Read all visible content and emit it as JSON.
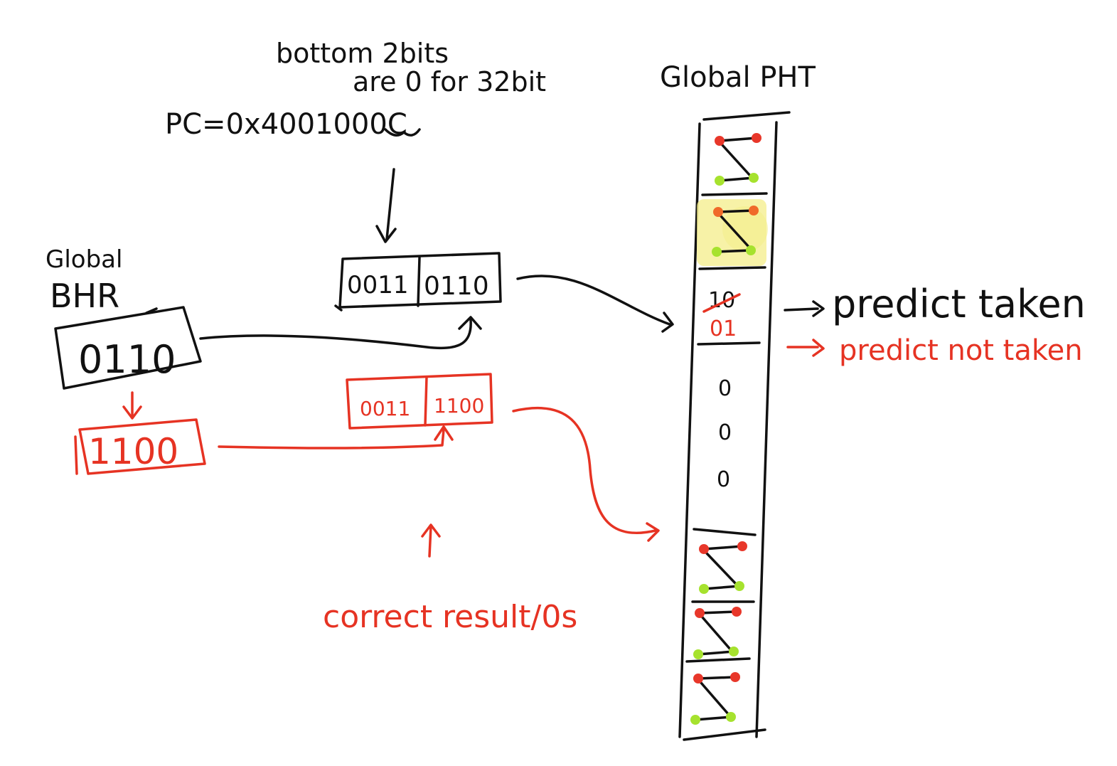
{
  "annotations": {
    "bottom_bits_line1": "bottom 2bits",
    "bottom_bits_line2": "are 0 for 32bit",
    "pc": "PC=0x4001000C",
    "global_bhr_line1": "Global",
    "global_bhr_line2": "BHR",
    "global_pht": "Global PHT",
    "correct_result": "correct result/0s"
  },
  "bhr": {
    "old_value": "0110",
    "new_value": "1100"
  },
  "index": {
    "old_pc_bits": "0011",
    "old_bhr_bits": "0110",
    "new_pc_bits": "0011",
    "new_bhr_bits": "1100"
  },
  "pht": {
    "counter_old": "10",
    "counter_new": "01",
    "ellipsis": [
      "0",
      "0",
      "0"
    ],
    "predict_taken": "predict taken",
    "predict_not_taken": "predict not taken"
  },
  "colors": {
    "ink": "#111111",
    "correction": "#e63323",
    "state_red": "#e8372a",
    "state_orange": "#f06a2a",
    "state_green": "#a6e22e",
    "highlight": "#f4ee8a"
  }
}
